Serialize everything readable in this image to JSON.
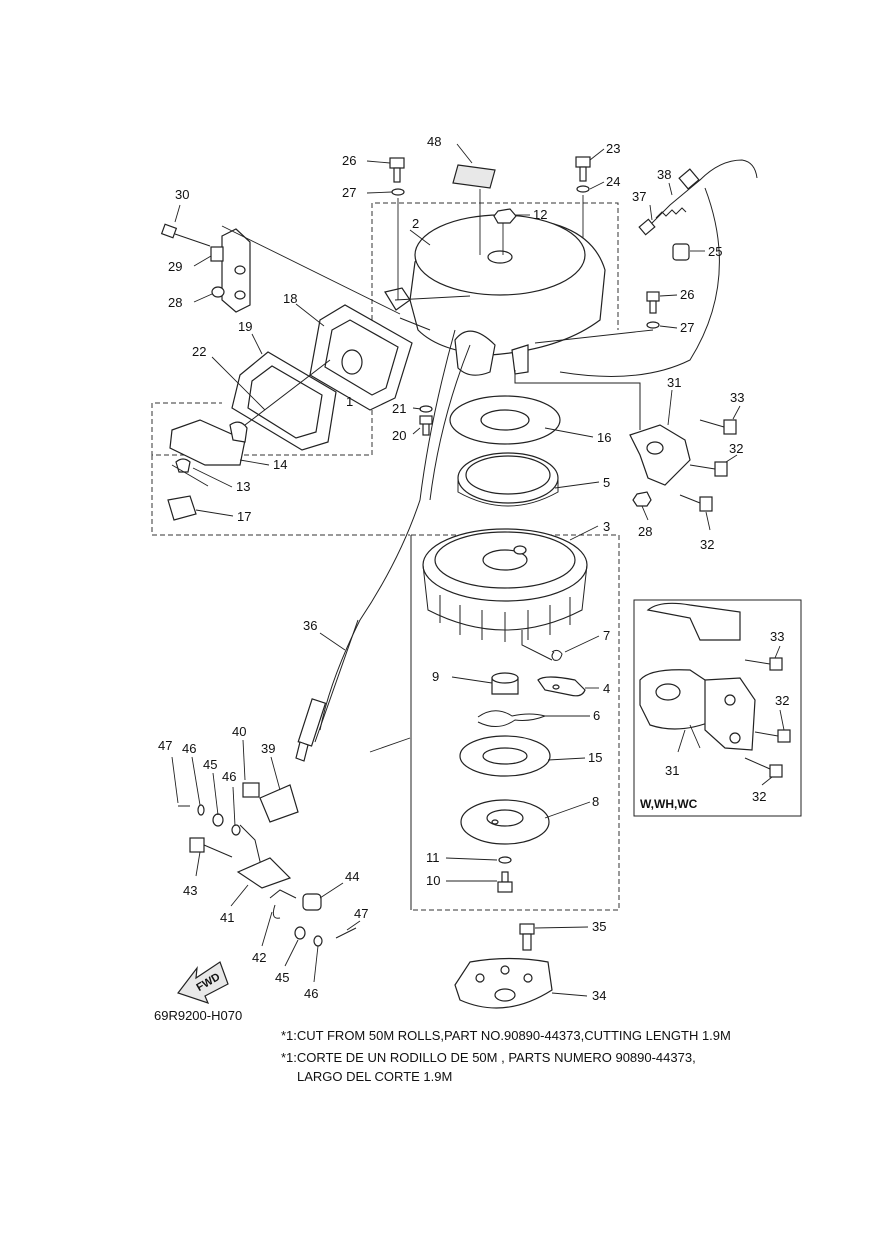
{
  "callouts": [
    {
      "n": "1"
    },
    {
      "n": "2"
    },
    {
      "n": "3"
    },
    {
      "n": "4"
    },
    {
      "n": "5"
    },
    {
      "n": "6"
    },
    {
      "n": "7"
    },
    {
      "n": "8"
    },
    {
      "n": "9"
    },
    {
      "n": "10"
    },
    {
      "n": "11"
    },
    {
      "n": "12"
    },
    {
      "n": "13"
    },
    {
      "n": "14"
    },
    {
      "n": "15"
    },
    {
      "n": "16"
    },
    {
      "n": "17"
    },
    {
      "n": "18"
    },
    {
      "n": "19"
    },
    {
      "n": "20"
    },
    {
      "n": "21"
    },
    {
      "n": "22"
    },
    {
      "n": "23"
    },
    {
      "n": "24"
    },
    {
      "n": "25"
    },
    {
      "n": "26"
    },
    {
      "n": "27"
    },
    {
      "n": "28"
    },
    {
      "n": "29"
    },
    {
      "n": "30"
    },
    {
      "n": "31"
    },
    {
      "n": "32"
    },
    {
      "n": "33"
    },
    {
      "n": "34"
    },
    {
      "n": "35"
    },
    {
      "n": "36"
    },
    {
      "n": "37"
    },
    {
      "n": "38"
    },
    {
      "n": "39"
    },
    {
      "n": "40"
    },
    {
      "n": "41"
    },
    {
      "n": "42"
    },
    {
      "n": "43"
    },
    {
      "n": "44"
    },
    {
      "n": "45"
    },
    {
      "n": "46"
    },
    {
      "n": "47"
    },
    {
      "n": "48"
    }
  ],
  "callouts_repeat": {
    "n26": "26",
    "n27": "27",
    "n28": "28",
    "n32": "32",
    "n45": "45",
    "n46": "46",
    "n47": "47"
  },
  "inset": {
    "variant_label": "W,WH,WC",
    "labels": {
      "n33": "33",
      "n32a": "32",
      "n31": "31",
      "n32b": "32"
    }
  },
  "fwd_label": "FWD",
  "drawing_code": "69R9200-H070",
  "notes": {
    "line1": "*1:CUT FROM 50M ROLLS,PART NO.90890-44373,CUTTING LENGTH 1.9M",
    "line2": "*1:CORTE DE UN RODILLO DE 50M , PARTS NUMERO 90890-44373,",
    "line3": "LARGO DEL CORTE 1.9M"
  }
}
